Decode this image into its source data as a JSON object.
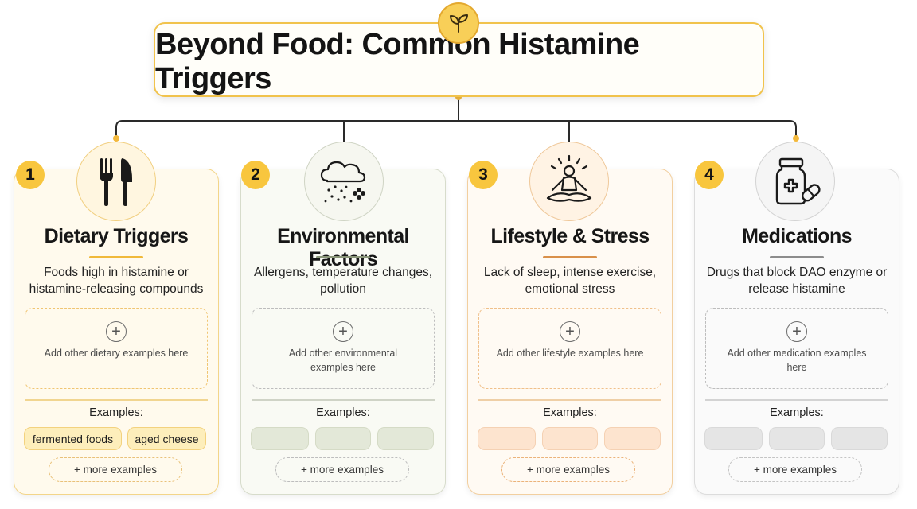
{
  "title": "Beyond Food: Common Histamine Triggers",
  "colors": {
    "accent_yellow": "#f8c63e",
    "dietary_rule": "#f0b93a",
    "environmental_rule": "#8a9679",
    "lifestyle_rule": "#d9904a",
    "medications_rule": "#8c8c8c",
    "connector": "#2a2a2a"
  },
  "icons": {
    "header": "leaf-sprout-icon",
    "dietary": "fork-knife-icon",
    "environmental": "cloud-pollen-icon",
    "lifestyle": "meditation-icon",
    "medications": "pill-bottle-icon"
  },
  "categories": [
    {
      "number": "1",
      "title": "Dietary Triggers",
      "description": "Foods high in histamine or histamine-releasing compounds",
      "placeholder": "Add other dietary examples here",
      "examples_label": "Examples:",
      "examples": [
        "fermented foods",
        "aged cheese"
      ],
      "more_label": "+ more examples"
    },
    {
      "number": "2",
      "title": "Environmental Factors",
      "description": "Allergens, temperature changes, pollution",
      "placeholder": "Add other environmental examples here",
      "examples_label": "Examples:",
      "examples": [],
      "more_label": "+ more examples"
    },
    {
      "number": "3",
      "title": "Lifestyle & Stress",
      "description": "Lack of sleep, intense exercise, emotional stress",
      "placeholder": "Add other lifestyle examples here",
      "examples_label": "Examples:",
      "examples": [],
      "more_label": "+ more examples"
    },
    {
      "number": "4",
      "title": "Medications",
      "description": "Drugs that block DAO enzyme or release histamine",
      "placeholder": "Add other medication examples here",
      "examples_label": "Examples:",
      "examples": [],
      "more_label": "+ more examples"
    }
  ]
}
